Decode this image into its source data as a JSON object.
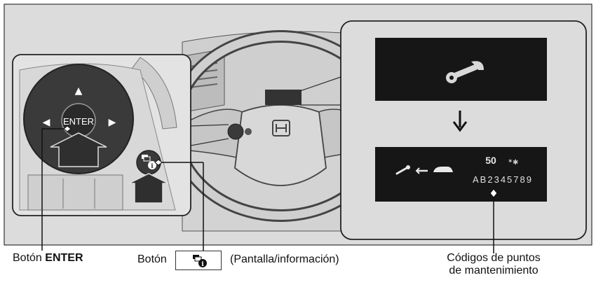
{
  "steering_pad": {
    "enter_text": "ENTER",
    "up_arrow": "▲",
    "left_arrow": "◀",
    "right_arrow": "▶"
  },
  "display_bottom": {
    "maintenance_number": "50",
    "codes": "AB2345789"
  },
  "labels": {
    "enter_prefix": "Botón",
    "enter_bold": "ENTER",
    "display_prefix": "Botón",
    "display_suffix": "(Pantalla/información)",
    "codes_line1": "Códigos de puntos",
    "codes_line2": "de mantenimiento"
  },
  "icons": [
    "wrench-icon",
    "down-arrow-icon",
    "info-button-icon",
    "car-icon",
    "honda-logo"
  ]
}
